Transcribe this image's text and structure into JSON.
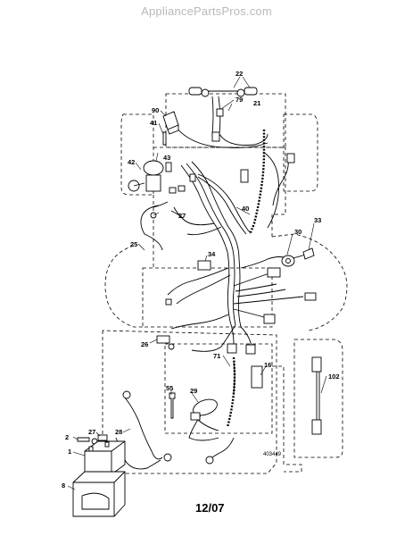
{
  "header": {
    "watermark": "AppliancePartsPros.com"
  },
  "footer": {
    "date": "12/07",
    "drawing_code": "403449"
  },
  "callouts": {
    "c1": "1",
    "c2": "2",
    "c8": "8",
    "c16": "16",
    "c21": "21",
    "c22": "22",
    "c25": "25",
    "c26": "26",
    "c27a": "27",
    "c27b": "27",
    "c28": "28",
    "c29": "29",
    "c30": "30",
    "c33": "33",
    "c34": "34",
    "c40": "40",
    "c41": "41",
    "c42": "42",
    "c43": "43",
    "c55": "55",
    "c71": "71",
    "c79": "79",
    "c90": "90",
    "c102": "102"
  }
}
